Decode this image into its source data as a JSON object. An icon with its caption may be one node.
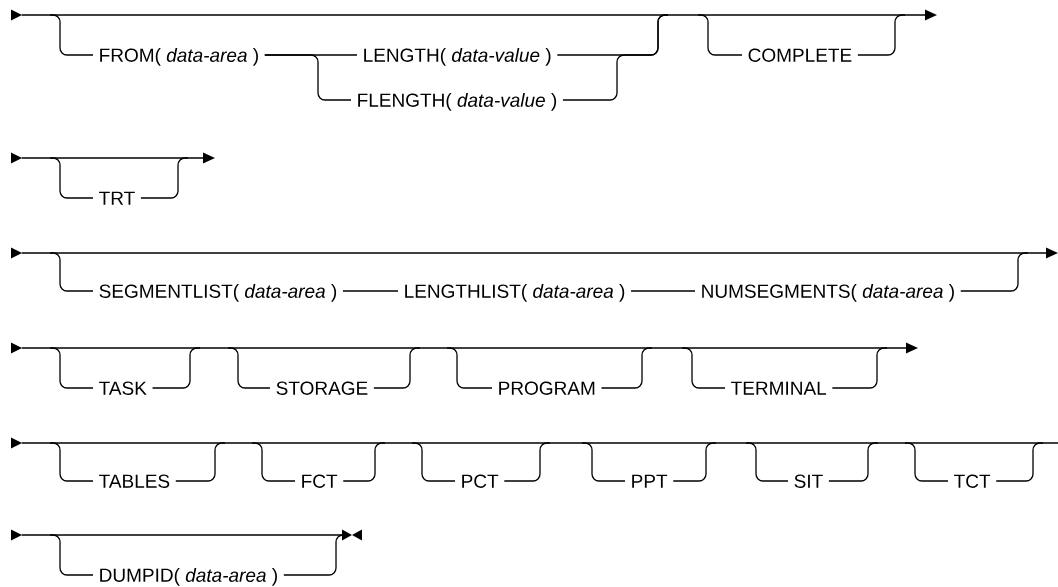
{
  "diagram": {
    "nodes": [
      {
        "text": [],
        "shape": "bar"
      },
      {
        "text": [
          "FROM( *data-area* )"
        ]
      },
      {
        "text": [
          "LENGTH( *data-value* )"
        ]
      },
      {
        "text": [
          "FLENGTH( *data-value* )"
        ]
      },
      {
        "text": [
          "COMPLETE"
        ]
      },
      {
        "text": [],
        "shape": "bar"
      },
      {
        "text": [
          "TRT"
        ]
      },
      {
        "text": [],
        "shape": "bar"
      },
      {
        "text": [
          "SEGMENTLIST( *data-area* )"
        ]
      },
      {
        "text": [
          "LENGTHLIST( *data-area* )"
        ]
      },
      {
        "text": [
          "NUMSEGMENTS( *data-area* )"
        ]
      },
      {
        "text": [],
        "shape": "bar"
      },
      {
        "text": [
          "TASK"
        ]
      },
      {
        "text": [
          "STORAGE"
        ]
      },
      {
        "text": [
          "PROGRAM"
        ]
      },
      {
        "text": [
          "TERMINAL"
        ]
      },
      {
        "text": [],
        "shape": "bar"
      },
      {
        "text": [
          "TABLES"
        ]
      },
      {
        "text": [
          "FCT"
        ]
      },
      {
        "text": [
          "PCT"
        ]
      },
      {
        "text": [
          "PPT"
        ]
      },
      {
        "text": [
          "SIT"
        ]
      },
      {
        "text": [
          "TCT"
        ]
      },
      {
        "text": [],
        "shape": "bar"
      },
      {
        "text": [
          "DUMPID( *data-area* )"
        ]
      }
    ],
    "edges": [
      {
        "from": 0,
        "to": 1,
        "arrow": "none"
      },
      {
        "from": 1,
        "to": 2,
        "arrow": "none"
      },
      {
        "from": 1,
        "to": 3,
        "arrow": "none"
      },
      {
        "from": 2,
        "to": 0,
        "arrow": "none"
      },
      {
        "from": 3,
        "to": 0,
        "arrow": "none"
      },
      {
        "from": 0,
        "to": 4,
        "arrow": "none"
      },
      {
        "from": 4,
        "to": 0,
        "arrow": "none"
      },
      {
        "from": 5,
        "to": 6,
        "arrow": "none"
      },
      {
        "from": 6,
        "to": 5,
        "arrow": "none"
      },
      {
        "from": 7,
        "to": 8,
        "arrow": "none"
      },
      {
        "from": 8,
        "to": 9,
        "arrow": "none"
      },
      {
        "from": 9,
        "to": 10,
        "arrow": "none"
      },
      {
        "from": 10,
        "to": 7,
        "arrow": "none"
      },
      {
        "from": 11,
        "to": 12,
        "arrow": "none"
      },
      {
        "from": 12,
        "to": 11,
        "arrow": "none"
      },
      {
        "from": 11,
        "to": 13,
        "arrow": "none"
      },
      {
        "from": 13,
        "to": 11,
        "arrow": "none"
      },
      {
        "from": 11,
        "to": 14,
        "arrow": "none"
      },
      {
        "from": 14,
        "to": 11,
        "arrow": "none"
      },
      {
        "from": 11,
        "to": 15,
        "arrow": "none"
      },
      {
        "from": 15,
        "to": 11,
        "arrow": "none"
      },
      {
        "from": 16,
        "to": 17,
        "arrow": "none"
      },
      {
        "from": 17,
        "to": 16,
        "arrow": "none"
      },
      {
        "from": 16,
        "to": 18,
        "arrow": "none"
      },
      {
        "from": 18,
        "to": 16,
        "arrow": "none"
      },
      {
        "from": 16,
        "to": 19,
        "arrow": "none"
      },
      {
        "from": 19,
        "to": 16,
        "arrow": "none"
      },
      {
        "from": 16,
        "to": 20,
        "arrow": "none"
      },
      {
        "from": 20,
        "to": 16,
        "arrow": "none"
      },
      {
        "from": 16,
        "to": 21,
        "arrow": "none"
      },
      {
        "from": 21,
        "to": 16,
        "arrow": "none"
      },
      {
        "from": 16,
        "to": 22,
        "arrow": "none"
      },
      {
        "from": 22,
        "to": 16,
        "arrow": "none"
      },
      {
        "from": 23,
        "to": 24,
        "arrow": "none"
      },
      {
        "from": 24,
        "to": 23,
        "arrow": "none"
      }
    ]
  }
}
